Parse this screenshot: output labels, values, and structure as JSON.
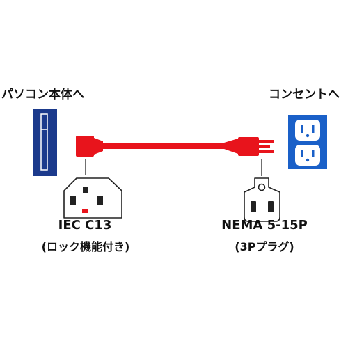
{
  "labels": {
    "pc_side": "パソコン本体へ",
    "outlet_side": "コンセントへ",
    "iec_name": "IEC C13",
    "iec_sub": "(ロック機能付き)",
    "nema_name": "NEMA 5-15P",
    "nema_sub": "(3Pプラグ)"
  },
  "colors": {
    "cable": "#e8141c",
    "device_blue": "#1b3a8c",
    "outlet_blue": "#1a60c8",
    "lock_red": "#e8141c",
    "outline": "#222222"
  }
}
